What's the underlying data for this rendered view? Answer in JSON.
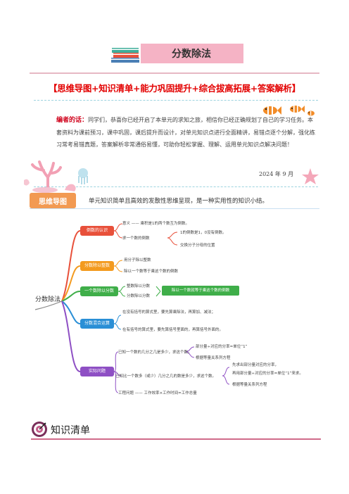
{
  "title": "分数除法",
  "subtitle": "【思维导图+知识清单+能力巩固提升+综合拔高拓展+答案解析】",
  "intro": {
    "label": "编者的话：",
    "body": "同学们，恭喜你已经开启了本单元的求知之旅，相信你已经正确规划了自己的学习任务。本套资料为课前预习，课中巩固，课后提升而设计，对单元知识点进行全面精讲，易错点逐个分解，强化练习常考易错真题，答案解析非常通俗易懂，可助你轻松掌握、理解、运用单元知识点解决问题！",
    "date": "2024 年 9 月"
  },
  "mind_map_section": {
    "header": "思维导图",
    "description": "单元知识简单且高效的发散性思维呈现，是一种实用性的知识小结。"
  },
  "mind_map": {
    "root": "分数除法",
    "branches": [
      {
        "label": "倒数的认识",
        "color": "#e8503a",
        "children": [
          {
            "text": "意义 —— 乘积是1的两个数互为倒数。"
          },
          {
            "text": "求一个数的倒数",
            "details": [
              "1的倒数是1，0没有倒数。",
              "交换分子分母的位置"
            ]
          }
        ]
      },
      {
        "label": "分数除以整数",
        "color": "#f39a1e",
        "children": [
          {
            "text": "用分子除以整数"
          },
          {
            "text": "除以一个数等于乘这个数的倒数"
          }
        ]
      },
      {
        "label": "一个数除以分数",
        "color": "#3fae49",
        "children": [
          {
            "text": "整数除以分数"
          },
          {
            "text": "分数除以分数"
          }
        ],
        "summary": "除以一个数就等于乘这个数的倒数"
      },
      {
        "label": "分数混合运算",
        "color": "#2a8fd6",
        "children": [
          {
            "text": "在没有括号的算式里，要先算乘除法，再算加、减法；"
          },
          {
            "text": "在有括号的算式里，要先算括号里面的，再算括号外面的。"
          }
        ]
      },
      {
        "label": "实际问题",
        "color": "#8e4fc4",
        "children": [
          {
            "text": "已知一个数的几分之几是多少，求这个数。",
            "details": [
              "部分量÷对应的分率=单位“1”",
              "根据等量关系列方程"
            ]
          },
          {
            "text": "已知比一个数多（或少）几分之几的数是多少，求这个数。",
            "details": [
              "先求出部分量对应的分率，",
              "再用部分量÷对应的分率=单位“1”来求。",
              "根据等量关系列方程"
            ]
          },
          {
            "text": "工程问题 —— 工作效率×工作时间=工作总量"
          }
        ]
      }
    ]
  },
  "knowledge_section": {
    "header": "知识清单"
  },
  "colors": {
    "subtitle_red": "#e30000",
    "banner_pink": "#f5b3c5",
    "section_orange": "#f29a52"
  }
}
